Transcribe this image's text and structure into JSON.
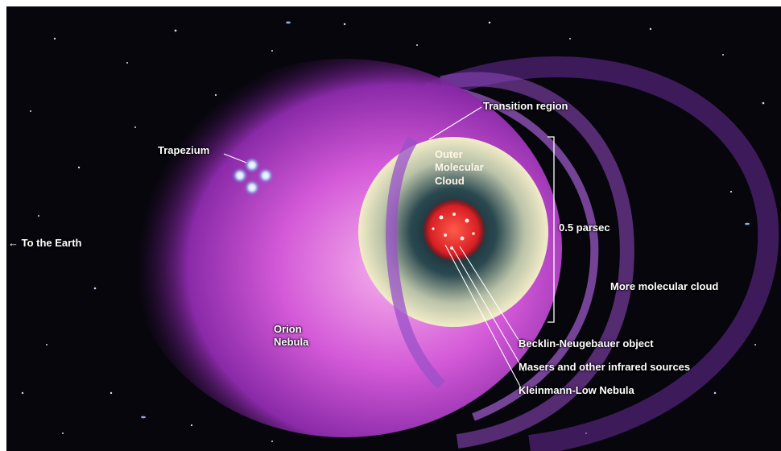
{
  "labels": {
    "to_earth": "To the Earth",
    "trapezium": "Trapezium",
    "transition_region": "Transition region",
    "outer_molecular_cloud_line1": "Outer",
    "outer_molecular_cloud_line2": "Molecular",
    "outer_molecular_cloud_line3": "Cloud",
    "scale": "0.5 parsec",
    "more_molecular_cloud": "More molecular cloud",
    "orion_nebula_line1": "Orion",
    "orion_nebula_line2": "Nebula",
    "becklin_neugebauer": "Becklin-Neugebauer object",
    "masers": "Masers and other infrared sources",
    "kleinmann_low": "Kleinmann-Low Nebula"
  },
  "colors": {
    "space": "#07060c",
    "nebula_magenta": "#c040d0",
    "nebula_pink": "#f0a0e8",
    "cloud_cream": "#f2ecc8",
    "cloud_teal": "#2a4850",
    "shell_purple": "#7a3aa8",
    "core_red": "#e02828",
    "trapezium_star": "#9ec8ff",
    "label_text": "#ffffff"
  }
}
